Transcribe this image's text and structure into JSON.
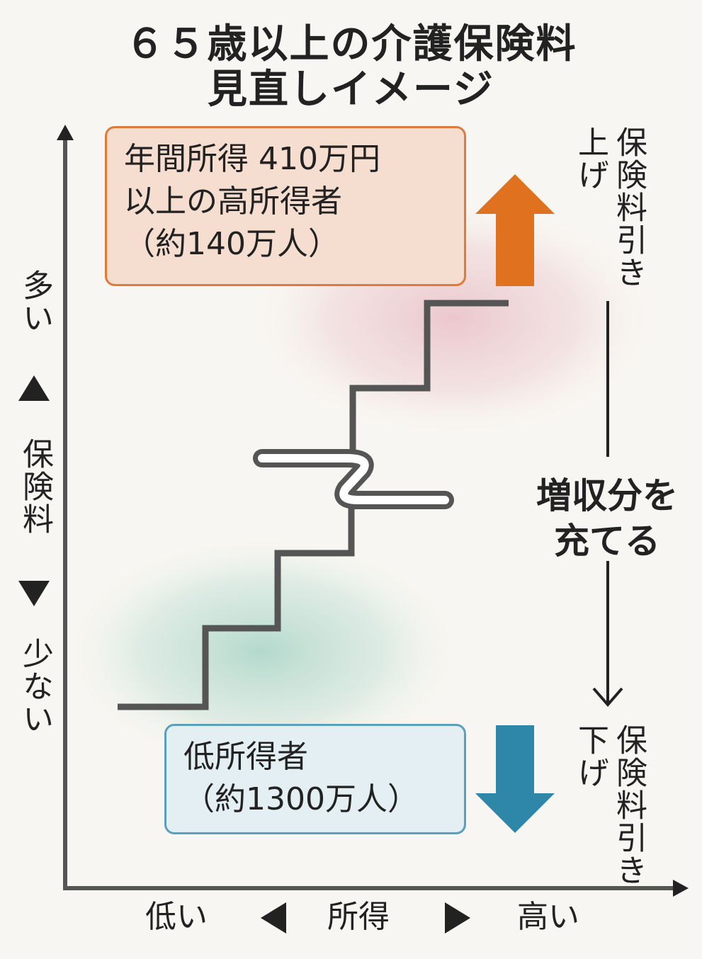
{
  "title": {
    "line1": "６５歳以上の介護保険料",
    "line2": "見直しイメージ"
  },
  "high_income": {
    "line1": "年間所得 410万円",
    "line2": "以上の高所得者",
    "line3": "（約140万人）",
    "action": "保険料引き上げ"
  },
  "low_income": {
    "line1": "低所得者",
    "line2": "（約1300万人）",
    "action": "保険料引き下げ"
  },
  "center_label": {
    "line1": "増収分を",
    "line2": "充てる"
  },
  "y_axis": {
    "high": "多い",
    "label": "保険料",
    "low": "少ない"
  },
  "x_axis": {
    "low": "低い",
    "label": "所得",
    "high": "高い"
  },
  "colors": {
    "increase": "#e0711f",
    "decrease": "#2e86a9",
    "stairs": "#555555",
    "high_glow": "#e9bfc6",
    "low_glow": "#a8d4c6"
  }
}
